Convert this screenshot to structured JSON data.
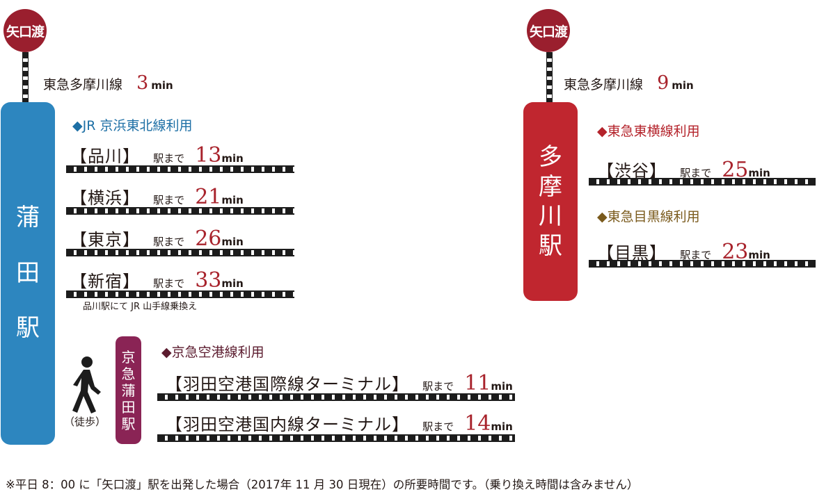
{
  "left": {
    "origin_badge": "矢口渡",
    "origin_line": {
      "name": "東急多摩川線",
      "time": "3",
      "unit": "min"
    },
    "station_chars": [
      "蒲",
      "田",
      "駅"
    ],
    "jr": {
      "heading": "◆JR 京浜東北線利用",
      "rows": [
        {
          "dest": "【品川】",
          "to": "駅まで",
          "time": "13",
          "unit": "min"
        },
        {
          "dest": "【横浜】",
          "to": "駅まで",
          "time": "21",
          "unit": "min"
        },
        {
          "dest": "【東京】",
          "to": "駅まで",
          "time": "26",
          "unit": "min"
        },
        {
          "dest": "【新宿】",
          "to": "駅まで",
          "time": "33",
          "unit": "min"
        }
      ],
      "transfer_note": "品川駅にて JR 山手線乗換え"
    },
    "walk_label": "（徒歩）",
    "keikyu_station_chars": [
      "京",
      "急",
      "蒲",
      "田",
      "駅"
    ],
    "keikyu": {
      "heading": "◆京急空港線利用",
      "rows": [
        {
          "dest": "【羽田空港国際線ターミナル】",
          "to": "駅まで",
          "time": "11",
          "unit": "min"
        },
        {
          "dest": "【羽田空港国内線ターミナル】",
          "to": "駅まで",
          "time": "14",
          "unit": "min"
        }
      ]
    }
  },
  "right": {
    "origin_badge": "矢口渡",
    "origin_line": {
      "name": "東急多摩川線",
      "time": "9",
      "unit": "min"
    },
    "station_chars": [
      "多",
      "摩",
      "川",
      "駅"
    ],
    "toyoko": {
      "heading": "◆東急東横線利用",
      "rows": [
        {
          "dest": "【渋谷】",
          "to": "駅まで",
          "time": "25",
          "unit": "min"
        }
      ]
    },
    "meguro": {
      "heading": "◆東急目黒線利用",
      "rows": [
        {
          "dest": "【目黒】",
          "to": "駅まで",
          "time": "23",
          "unit": "min"
        }
      ]
    }
  },
  "footer": "※平日 8：00 に「矢口渡」駅を出発した場合（2017年 11 月 30 日現在）の所要時間です。（乗り換え時間は含みません）",
  "colors": {
    "badge": "#9a1f2e",
    "kamata_bar": "#2d86bf",
    "keikyu_bar": "#8a2455",
    "tamagawa_bar": "#c0262f",
    "jr_heading": "#1d6fa5",
    "keikyu_heading": "#5b1b2e",
    "toyoko_heading": "#b4232b",
    "meguro_heading": "#7a5a1c",
    "time_number": "#a8232c"
  }
}
